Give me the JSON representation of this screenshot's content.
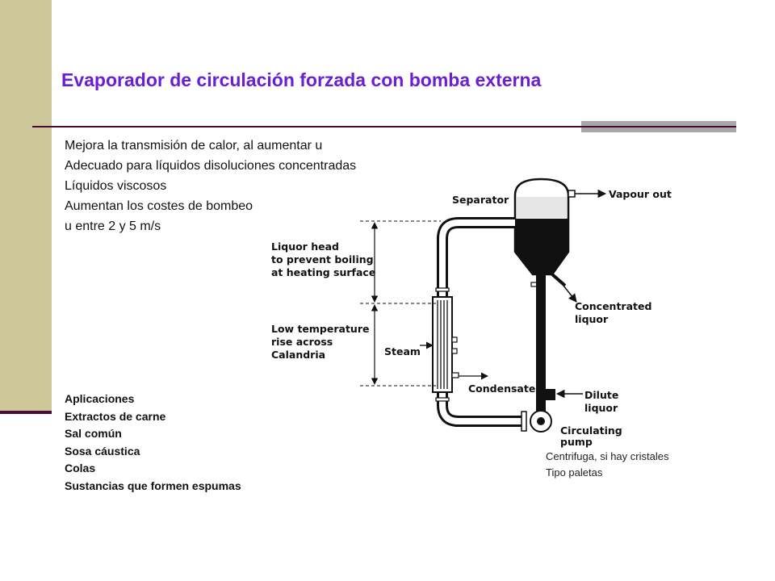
{
  "slide": {
    "title": "Evaporador de circulación forzada con bomba externa",
    "bullets": [
      "Mejora la transmisión de calor, al aumentar u",
      "Adecuado para líquidos disoluciones concentradas",
      "Líquidos viscosos",
      "Aumentan los costes de bombeo",
      "u entre 2 y 5 m/s"
    ],
    "applications": [
      "Aplicaciones",
      "Extractos de carne",
      "Sal común",
      "Sosa cáustica",
      "Colas",
      "Sustancias que formen espumas"
    ],
    "pump_notes": [
      "Centrifuga, si hay cristales",
      "Tipo paletas"
    ],
    "colors": {
      "title": "#6a1fd6",
      "sidebar": "#cdc79a",
      "rule": "#4a0a3a",
      "accent": "#a7a7a7"
    }
  },
  "diagram": {
    "separator": "Separator",
    "vapour_out": "Vapour out",
    "liquor_head": [
      "Liquor head",
      "to prevent boiling",
      "at heating surface"
    ],
    "low_temp": [
      "Low temperature",
      "rise across",
      "Calandria"
    ],
    "steam": "Steam",
    "condensate": "Condensate",
    "concentrated": [
      "Concentrated",
      "liquor"
    ],
    "dilute": [
      "Dilute",
      "liquor"
    ],
    "pump": [
      "Circulating",
      "pump"
    ]
  }
}
